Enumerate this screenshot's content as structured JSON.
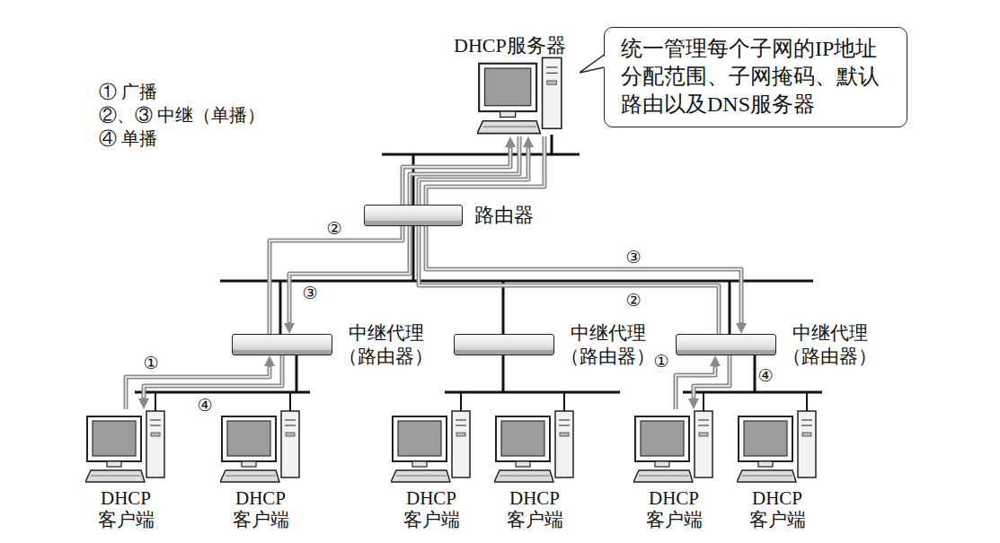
{
  "diagram": {
    "nodes": [
      {
        "text": [
          "DHCP服务器"
        ]
      },
      {
        "text": [
          "统一管理每个子网的IP地址 分配范围、子网掩码、默认 路由以及DNS服务器"
        ]
      },
      {
        "text": [
          "路由器"
        ]
      },
      {
        "text": [
          "中继代理 （路由器）"
        ]
      },
      {
        "text": [
          "中继代理 （路由器）"
        ]
      },
      {
        "text": [
          "中继代理 （路由器）"
        ]
      },
      {
        "text": [
          "DHCP 客户端"
        ]
      },
      {
        "text": [
          "DHCP 客户端"
        ]
      },
      {
        "text": [
          "DHCP 客户端"
        ]
      },
      {
        "text": [
          "DHCP 客户端"
        ]
      },
      {
        "text": [
          "DHCP 客户端"
        ]
      },
      {
        "text": [
          "DHCP 客户端"
        ]
      }
    ],
    "edges": [
      {
        "from": 6,
        "to": 3,
        "arrow": "to",
        "label": "①"
      },
      {
        "from": 3,
        "to": 0,
        "arrow": "to",
        "label": "②"
      },
      {
        "from": 0,
        "to": 3,
        "arrow": "to",
        "label": "③"
      },
      {
        "from": 3,
        "to": 6,
        "arrow": "to",
        "label": "④"
      },
      {
        "from": 10,
        "to": 5,
        "arrow": "to",
        "label": "①"
      },
      {
        "from": 5,
        "to": 0,
        "arrow": "to",
        "label": "②"
      },
      {
        "from": 0,
        "to": 5,
        "arrow": "to",
        "label": "③"
      },
      {
        "from": 5,
        "to": 10,
        "arrow": "to",
        "label": "④"
      }
    ],
    "labels": [
      "① 广播",
      "②、③ 中继（单播）",
      "④ 单播"
    ]
  }
}
